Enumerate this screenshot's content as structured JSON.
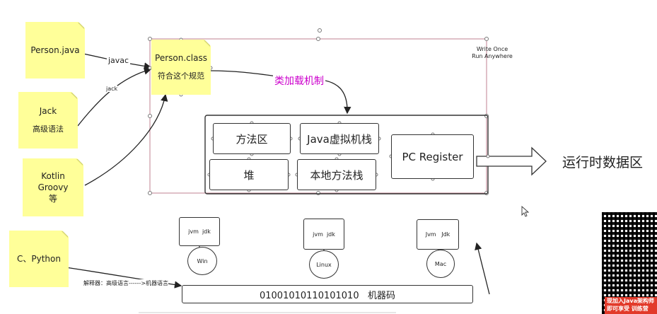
{
  "notes": {
    "person_java": "Person.java",
    "person_class_title": "Person.class",
    "person_class_sub": "符合这个规范",
    "jack_title": "Jack",
    "jack_sub": "高级语法",
    "kotlin_line1": "Kotlin",
    "kotlin_line2": "Groovy",
    "kotlin_line3": "等",
    "c_python": "C、Python"
  },
  "edges": {
    "javac": "javac",
    "jack": "jack",
    "interpreter": "解释器：高级语言------>机器语言"
  },
  "container": {
    "write_once": "Write Once",
    "run_anywhere": "Run Anywhere"
  },
  "class_loader": "类加载机制",
  "runtime": {
    "method_area": "方法区",
    "jvm_stack": "Java虚拟机栈",
    "heap": "堆",
    "native_stack": "本地方法栈",
    "pc_register": "PC Register"
  },
  "runtime_data_area": "运行时数据区",
  "platforms": [
    {
      "jdk": "jvm  jdk",
      "os": "Win"
    },
    {
      "jdk": "jvm  jdk",
      "os": "Linux"
    },
    {
      "jdk": "Jvm   Jdk",
      "os": "Mac"
    }
  ],
  "machine_code": "01001010110101010   机器码",
  "qr_banner": {
    "line1": "现加入Java架构师",
    "line2": "即可享受 训练营"
  },
  "colors": {
    "note_bg": "#ffff99",
    "class_loader_text": "#cc00cc",
    "selection_border": "#c08090"
  }
}
